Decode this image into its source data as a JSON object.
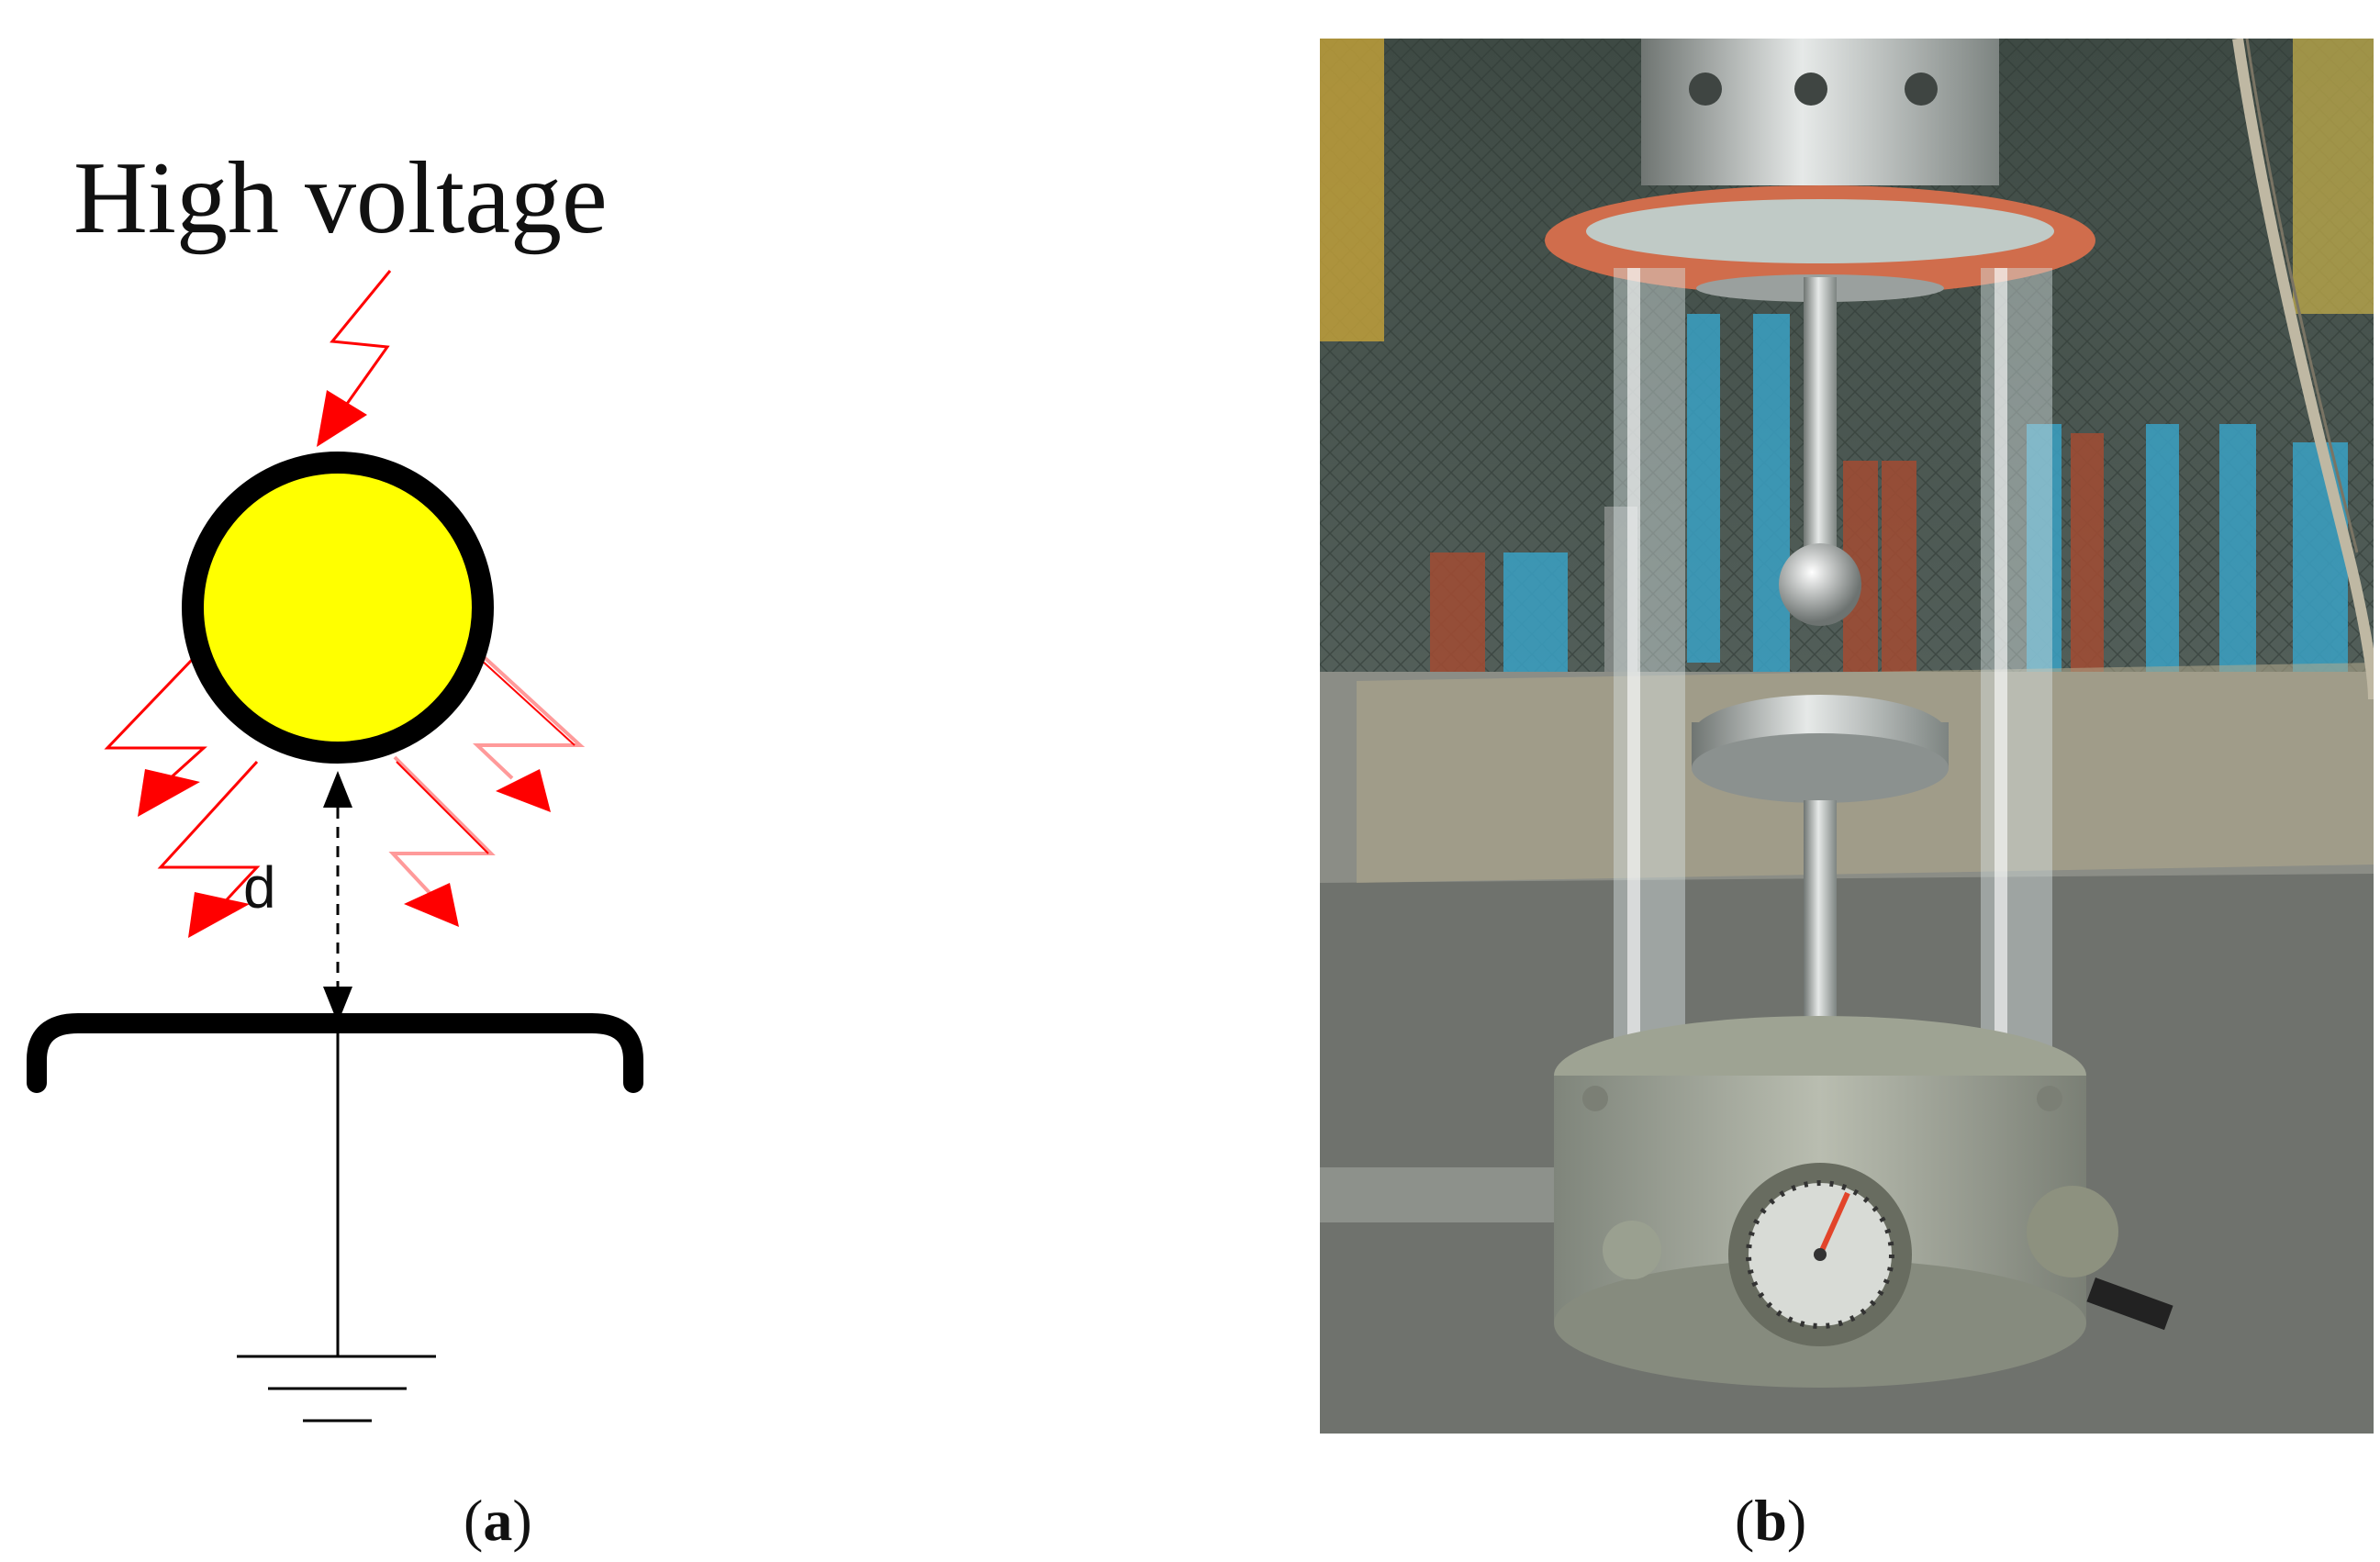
{
  "panel_a": {
    "high_voltage_label": "High voltage",
    "gap_label": "d",
    "colors": {
      "sphere_fill": "#ffff00",
      "sphere_outline": "#000000",
      "discharge": "#ff0000",
      "discharge_faded": "#ff9a9a",
      "plate": "#000000"
    }
  },
  "captions": {
    "a": {
      "open": "(",
      "letter": "a",
      "close": ")"
    },
    "b": {
      "open": "(",
      "letter": "b",
      "close": ")"
    }
  }
}
